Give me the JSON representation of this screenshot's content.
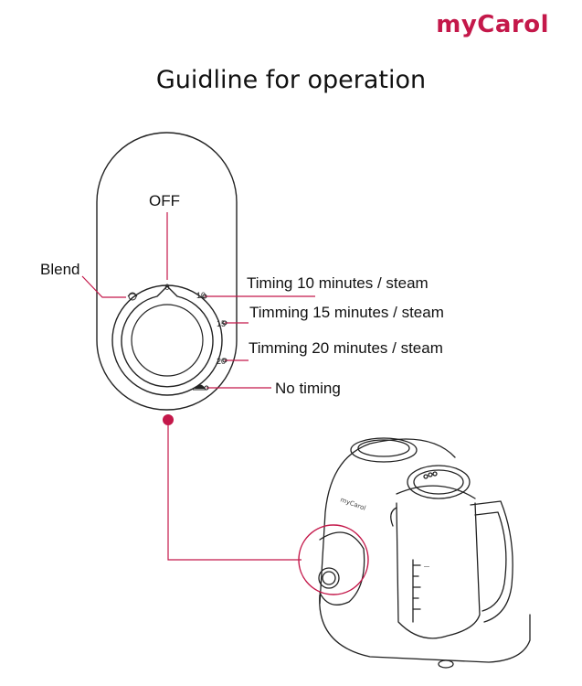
{
  "brand": {
    "logo": "myCarol",
    "accent_color": "#c4184a"
  },
  "title": "Guidline for operation",
  "dial": {
    "labels": {
      "off": "OFF",
      "blend": "Blend",
      "timing_10": "Timing 10 minutes / steam",
      "timing_15": "Timming 15 minutes / steam",
      "timing_20": "Timming 20 minutes / steam",
      "no_timing": "No timing"
    },
    "marks": {
      "zero": "0",
      "ten": "10",
      "fifteen": "15",
      "twenty": "20"
    }
  },
  "device": {
    "brand_mark": "myCarol"
  },
  "icons": [
    "blend-icon",
    "no-timing-icon",
    "knob-icon"
  ]
}
